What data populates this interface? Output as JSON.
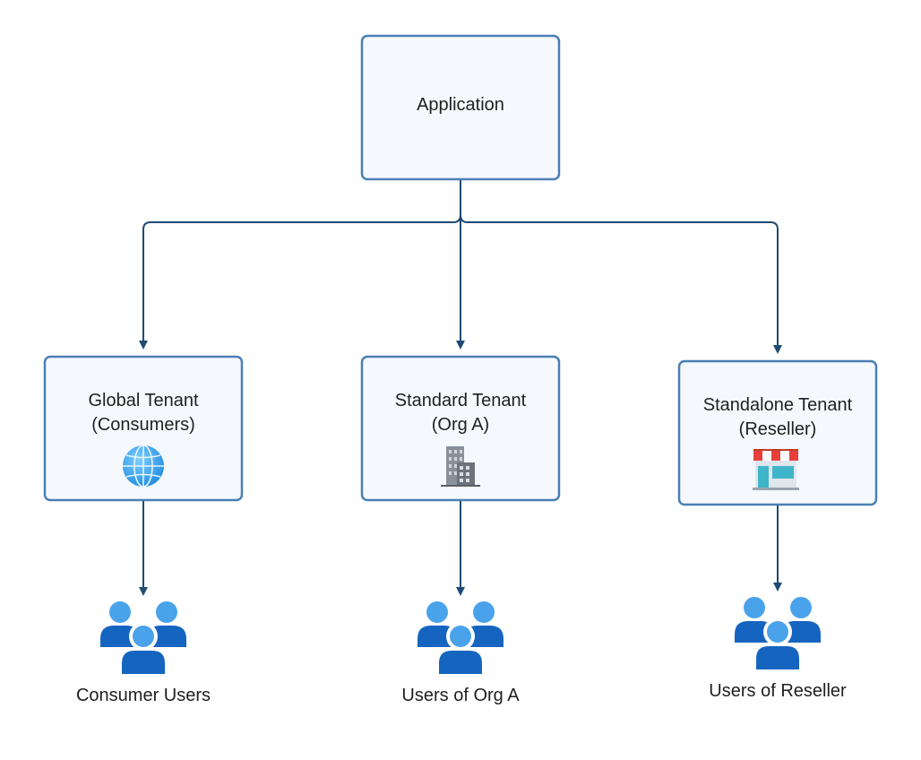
{
  "application": {
    "label": "Application"
  },
  "tenants": [
    {
      "line1": "Global Tenant",
      "line2": "(Consumers)",
      "icon": "globe-icon",
      "users_label": "Consumer Users"
    },
    {
      "line1": "Standard Tenant",
      "line2": "(Org A)",
      "icon": "office-building-icon",
      "users_label": "Users of Org A"
    },
    {
      "line1": "Standalone Tenant",
      "line2": "(Reseller)",
      "icon": "storefront-icon",
      "users_label": "Users of Reseller"
    }
  ],
  "colors": {
    "box_fill": "#f5f9fd",
    "box_border": "#4a7fb5",
    "connector": "#1f4a73",
    "user_light": "#4aa3ea",
    "user_dark": "#1565c0"
  }
}
